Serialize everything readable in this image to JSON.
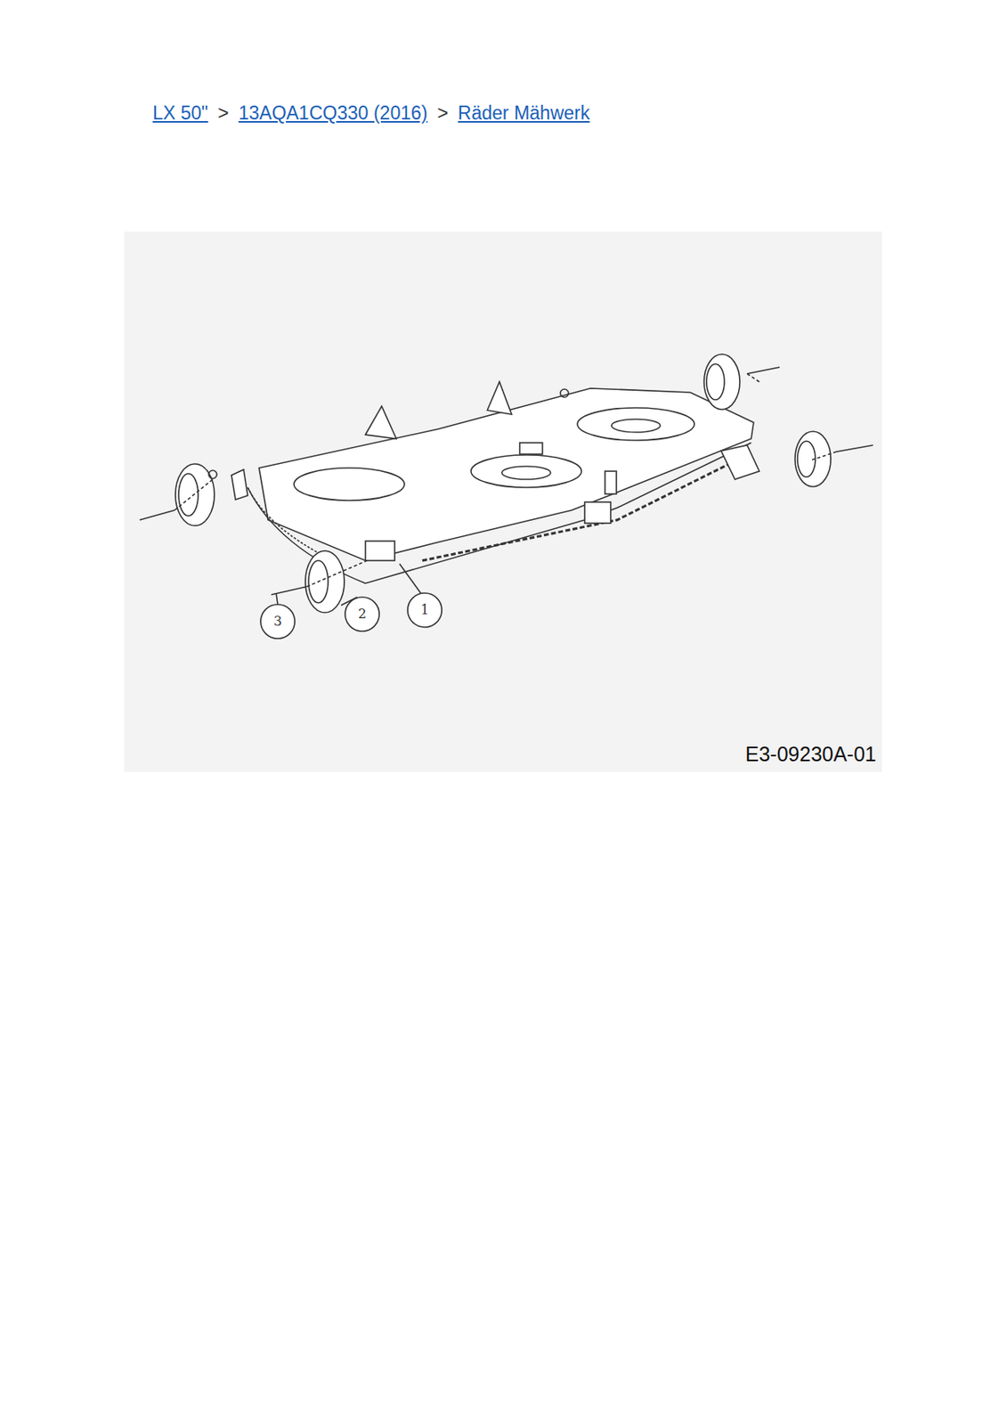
{
  "diagram": {
    "labels": [
      "LX 50\"",
      ">",
      "13AQA1CQ330 (2016)",
      ">",
      "Räder Mähwerk",
      "1",
      "2",
      "3",
      "E3-09230A-01"
    ]
  }
}
